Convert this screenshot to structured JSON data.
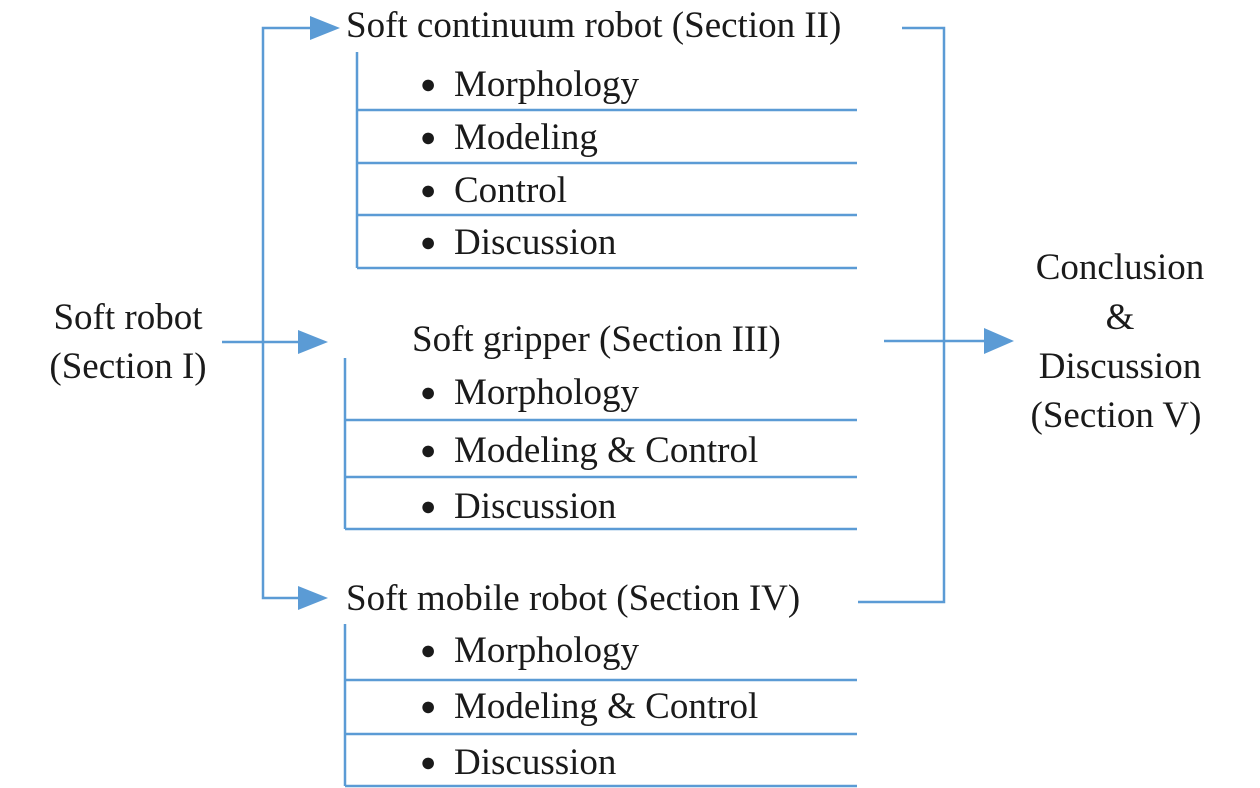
{
  "root": {
    "line1": "Soft robot",
    "line2": "(Section I)"
  },
  "sections": [
    {
      "title": "Soft continuum robot (Section II)",
      "items": [
        "Morphology",
        "Modeling",
        "Control",
        "Discussion"
      ]
    },
    {
      "title": "Soft gripper (Section III)",
      "items": [
        "Morphology",
        "Modeling & Control",
        "Discussion"
      ]
    },
    {
      "title": "Soft mobile robot (Section IV)",
      "items": [
        "Morphology",
        "Modeling & Control",
        "Discussion"
      ]
    }
  ],
  "conclusion": {
    "line1": "Conclusion",
    "line2": "&",
    "line3": "Discussion",
    "line4": "(Section V)"
  },
  "colors": {
    "arrow": "#5b9bd5",
    "text": "#1a1a1a"
  }
}
